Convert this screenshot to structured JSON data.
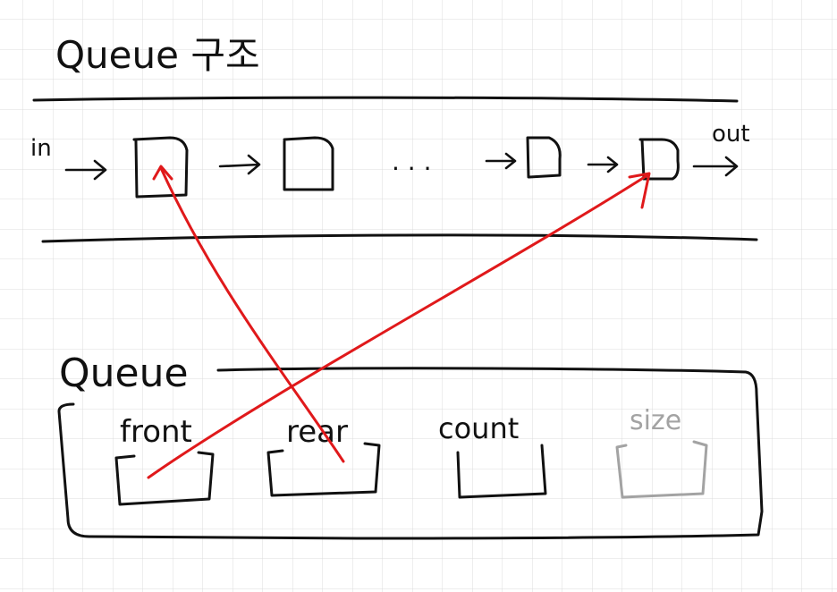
{
  "diagram": {
    "title": "Queue 구조",
    "flow": {
      "in_label": "in",
      "out_label": "out",
      "ellipsis": ". . ."
    },
    "struct": {
      "title": "Queue",
      "fields": [
        {
          "label": "front",
          "faded": false
        },
        {
          "label": "rear",
          "faded": false
        },
        {
          "label": "count",
          "faded": false
        },
        {
          "label": "size",
          "faded": true
        }
      ]
    },
    "pointers": [
      {
        "from": "front",
        "to": "last-queue-node"
      },
      {
        "from": "rear",
        "to": "first-queue-node"
      }
    ]
  },
  "colors": {
    "ink": "#111111",
    "pointer": "#e0191b",
    "faded": "#a3a3a3",
    "grid": "#dcdcdc"
  }
}
